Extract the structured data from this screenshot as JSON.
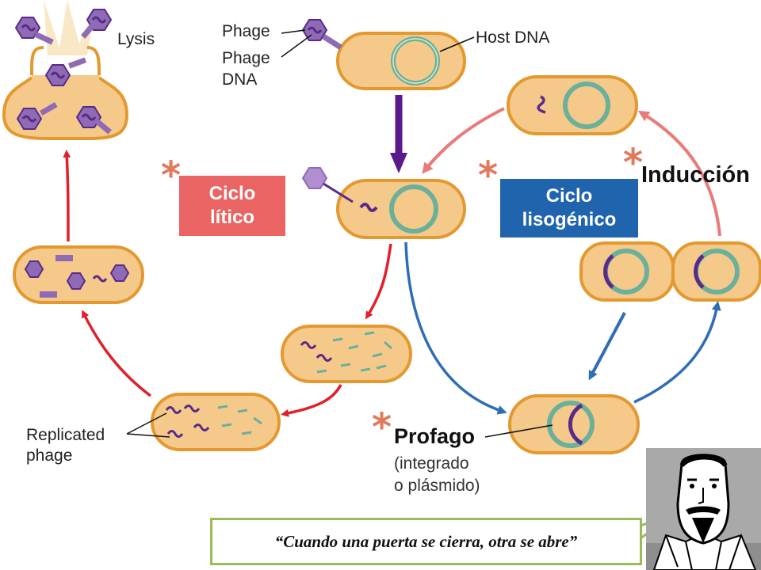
{
  "labels": {
    "lysis": "Lysis",
    "phage": "Phage",
    "phage_dna_1": "Phage",
    "phage_dna_2": "DNA",
    "host_dna": "Host DNA",
    "replicated_1": "Replicated",
    "replicated_2": "phage",
    "ciclo_litico_1": "Ciclo",
    "ciclo_litico_2": "lítico",
    "ciclo_lisogenico_1": "Ciclo",
    "ciclo_lisogenico_2": "lisogénico",
    "induccion": "Inducción",
    "profago": "Profago",
    "profago_sub_1": "(integrado",
    "profago_sub_2": "o plásmido)",
    "asterisk": "*"
  },
  "quote": "“Cuando una puerta se cierra, otra se abre”",
  "colors": {
    "cell_fill": "#f5c98a",
    "cell_stroke": "#e3992f",
    "dna_ring": "#6bb09a",
    "phage": "#8f6bb5",
    "phage_dna": "#5a2a8a",
    "lytic_arrow": "#e0202a",
    "lyso_arrow": "#2d6eb4",
    "induction_arrow": "#ea7a7a",
    "main_arrow": "#5b1a8a",
    "litico_box": "#ea6464",
    "lisogenico_box": "#1f64ad",
    "asterisk": "#e07a5a",
    "quote_border": "#9bbb59"
  }
}
